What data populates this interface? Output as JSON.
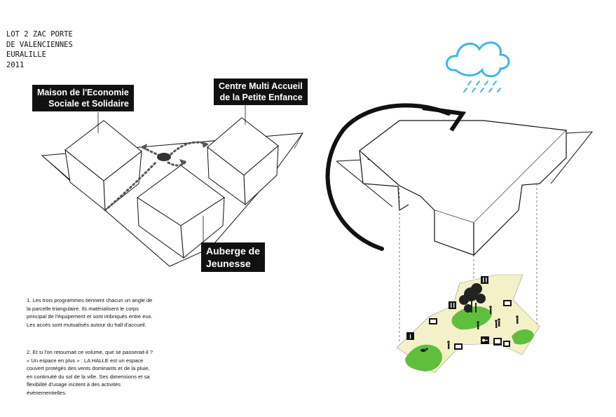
{
  "title_lines": [
    "LOT 2 ZAC PORTE",
    "DE VALENCIENNES",
    "EURALILLE",
    "2011"
  ],
  "labels": {
    "maison": [
      "Maison de l'Economie",
      "Sociale et Solidaire"
    ],
    "centre": [
      "Centre Multi Accueil",
      "de la Petite Enfance"
    ],
    "auberge": [
      "Auberge de",
      "Jeunesse"
    ]
  },
  "notes": [
    "1. Les trois programmes tiennent chacun un angle de la parcelle triangulaire. Ils matérialisent le corps principal de l'équipement et sont imbriqués entre eux. Les accès sont mutualisés autour du hall d'accueil.",
    "2. Et si l'on retournait ce volume, que se passerait-il ? « Un espace en plus » : LA HALLE est un espace couvert protégés des vents dominants et de la pluie, en continuité du sol de la ville. Ses dimensions et sa flexibilité d'usage incitent à des activités évènementielles."
  ],
  "colors": {
    "ink": "#111111",
    "cloud": "#3fb6e6",
    "ground": "#f4f1c9",
    "grass": "#5fbf3c",
    "tree": "#222222"
  },
  "icons": [
    "cloud-icon",
    "rain-icon",
    "rotation-arrow-icon",
    "info-icon",
    "restaurant-icon",
    "key-icon",
    "tv-icon",
    "people-icon",
    "tree-icon"
  ]
}
